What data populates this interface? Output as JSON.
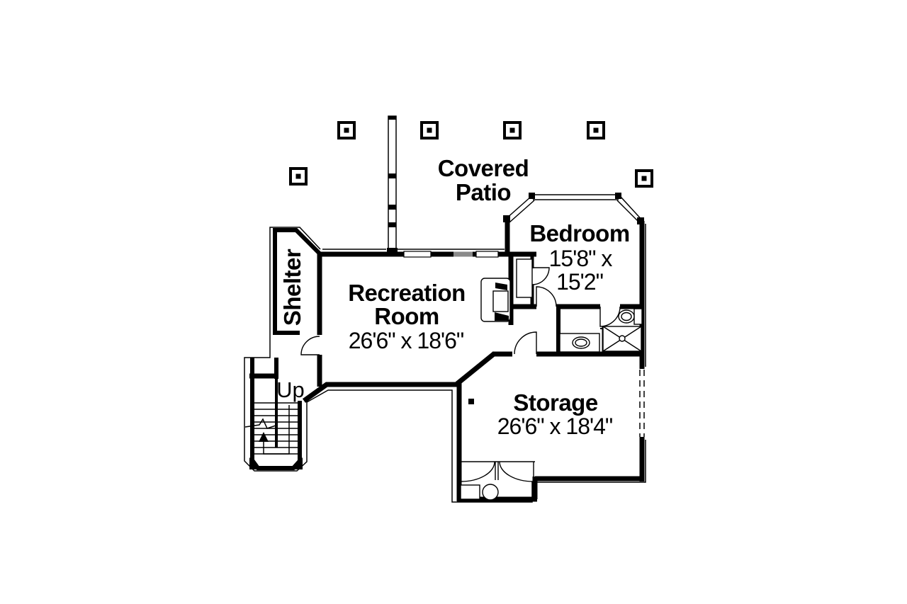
{
  "document": {
    "type": "floor-plan",
    "background": "#ffffff"
  },
  "plan": {
    "rooms": {
      "covered_patio": {
        "name_line1": "Covered",
        "name_line2": "Patio"
      },
      "recreation_room": {
        "name_line1": "Recreation",
        "name_line2": "Room",
        "dims": "26'6\" x 18'6\""
      },
      "bedroom": {
        "name": "Bedroom",
        "dims_line1": "15'8\" x",
        "dims_line2": "15'2\""
      },
      "shelter": {
        "name": "Shelter"
      },
      "storage": {
        "name": "Storage",
        "dims": "26'6\" x 18'4\""
      },
      "staircase": {
        "direction_label": "Up"
      }
    },
    "colors": {
      "line": "#000000",
      "window_fill": "#8a8a8a",
      "background": "#ffffff"
    }
  }
}
